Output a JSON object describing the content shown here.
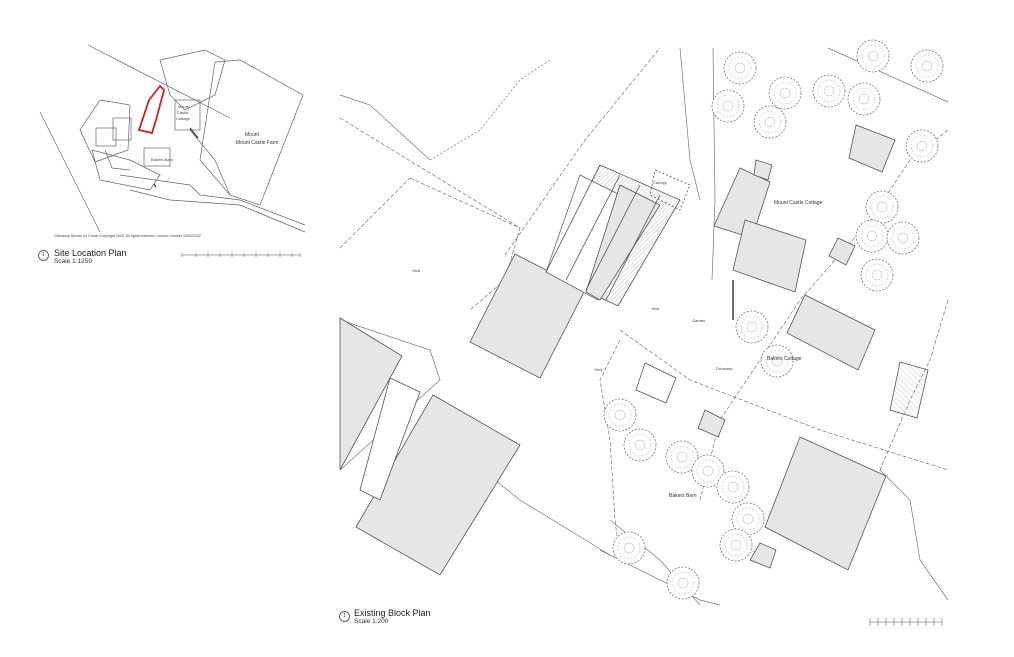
{
  "location_plan": {
    "title": "Site Location Plan",
    "scale": "Scale 1:1250",
    "number": "1",
    "copyright": "Ordnance Survey (c) Crown Copyright 2020. All rights reserved. Licence number 100022432",
    "labels": {
      "mount_castle_farm": "Mount Castle Farm",
      "bakers_barn": "Bakers Barn",
      "cottage_a": "Mount",
      "cottage_b": "Castle",
      "cottage_c": "Cottage"
    }
  },
  "block_plan": {
    "title": "Existing Block Plan",
    "scale": "Scale 1:200",
    "number": "1",
    "labels": {
      "mount_castle_cottage": "Mount Castle Cottage",
      "bakers_cottage": "Bakers Cottage",
      "bakers_barn": "Bakers Barn",
      "yard_1": "Yard",
      "yard_2": "Yard",
      "yard_3": "Yard",
      "garden": "Garden",
      "driveway": "Driveway",
      "canopy": "Canopy"
    }
  },
  "colors": {
    "line": "#555555",
    "fill": "#e6e6e6",
    "red_boundary": "#cc2222"
  }
}
